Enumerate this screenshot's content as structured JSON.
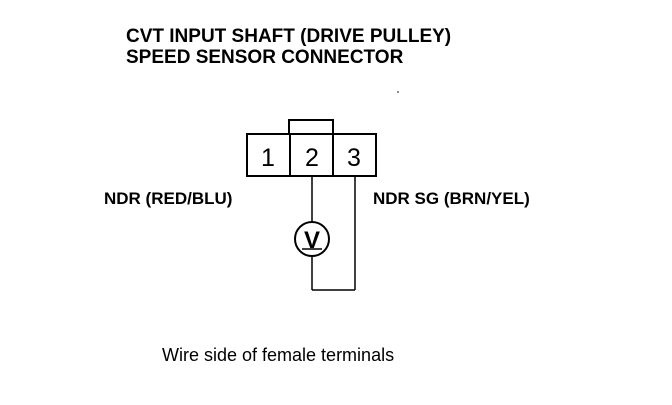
{
  "title": {
    "line1": "CVT INPUT SHAFT (DRIVE PULLEY)",
    "line2": "SPEED SENSOR CONNECTOR"
  },
  "connector": {
    "terminals": [
      "1",
      "2",
      "3"
    ]
  },
  "labels": {
    "left": "NDR (RED/BLU)",
    "right": "NDR SG (BRN/YEL)"
  },
  "meter": {
    "symbol": "V",
    "icon": "voltmeter-icon"
  },
  "caption": "Wire side of female terminals",
  "colors": {
    "ink": "#000000",
    "background": "#ffffff"
  }
}
